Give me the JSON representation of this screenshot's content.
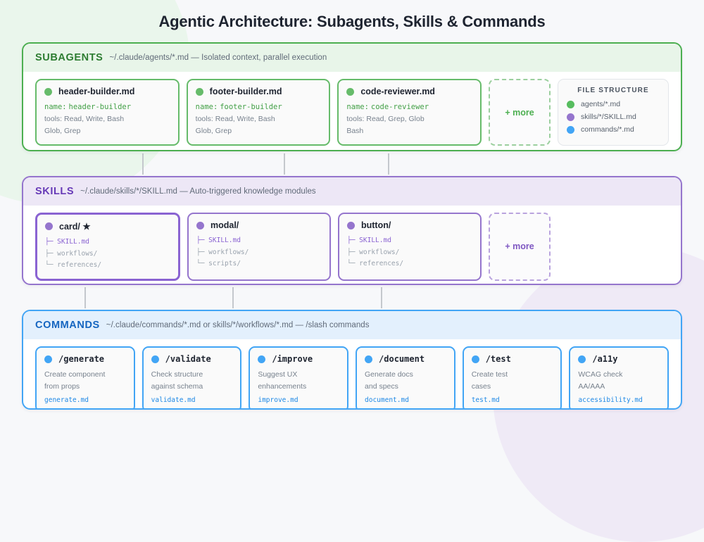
{
  "page": {
    "title": "Agentic Architecture: Subagents, Skills & Commands",
    "colors": {
      "subagents": "#4caf50",
      "skills": "#9575cd",
      "commands": "#42a5f5",
      "background": "#f7f8fa",
      "title_text": "#1e2430"
    }
  },
  "sections": {
    "subagents": {
      "name": "SUBAGENTS",
      "subtitle": "~/.claude/agents/*.md — Isolated context, parallel execution",
      "more_label": "+ more",
      "cards": [
        {
          "title": "header-builder.md",
          "name_label": "name:",
          "name_value": "header-builder",
          "tools_label": "tools:",
          "tools_line1": "Read, Write, Bash",
          "tools_line2": "Glob, Grep"
        },
        {
          "title": "footer-builder.md",
          "name_label": "name:",
          "name_value": "footer-builder",
          "tools_label": "tools:",
          "tools_line1": "Read, Write, Bash",
          "tools_line2": "Glob, Grep"
        },
        {
          "title": "code-reviewer.md",
          "name_label": "name:",
          "name_value": "code-reviewer",
          "tools_label": "tools:",
          "tools_line1": "Read, Grep, Glob",
          "tools_line2": "Bash"
        }
      ]
    },
    "skills": {
      "name": "SKILLS",
      "subtitle": "~/.claude/skills/*/SKILL.md — Auto-triggered knowledge modules",
      "more_label": "+ more",
      "cards": [
        {
          "title": "card/ ★",
          "starred": true,
          "tree": [
            "├─ SKILL.md",
            "├─ workflows/",
            "└─ references/"
          ]
        },
        {
          "title": "modal/",
          "starred": false,
          "tree": [
            "├─ SKILL.md",
            "├─ workflows/",
            "└─ scripts/"
          ]
        },
        {
          "title": "button/",
          "starred": false,
          "tree": [
            "├─ SKILL.md",
            "├─ workflows/",
            "└─ references/"
          ]
        }
      ]
    },
    "commands": {
      "name": "COMMANDS",
      "subtitle": "~/.claude/commands/*.md or skills/*/workflows/*.md — /slash commands",
      "cards": [
        {
          "title": "/generate",
          "desc1": "Create component",
          "desc2": "from props",
          "file": "generate.md"
        },
        {
          "title": "/validate",
          "desc1": "Check structure",
          "desc2": "against schema",
          "file": "validate.md"
        },
        {
          "title": "/improve",
          "desc1": "Suggest UX",
          "desc2": "enhancements",
          "file": "improve.md"
        },
        {
          "title": "/document",
          "desc1": "Generate docs",
          "desc2": "and specs",
          "file": "document.md"
        },
        {
          "title": "/test",
          "desc1": "Create test",
          "desc2": "cases",
          "file": "test.md"
        },
        {
          "title": "/a11y",
          "desc1": "WCAG check",
          "desc2": "AA/AAA",
          "file": "accessibility.md"
        }
      ]
    }
  },
  "legend": {
    "title": "FILE STRUCTURE",
    "rows": [
      {
        "label": "agents/*.md",
        "color": "#57bd5f"
      },
      {
        "label": "skills/*/SKILL.md",
        "color": "#9575cd"
      },
      {
        "label": "commands/*.md",
        "color": "#42a5f5"
      }
    ]
  }
}
